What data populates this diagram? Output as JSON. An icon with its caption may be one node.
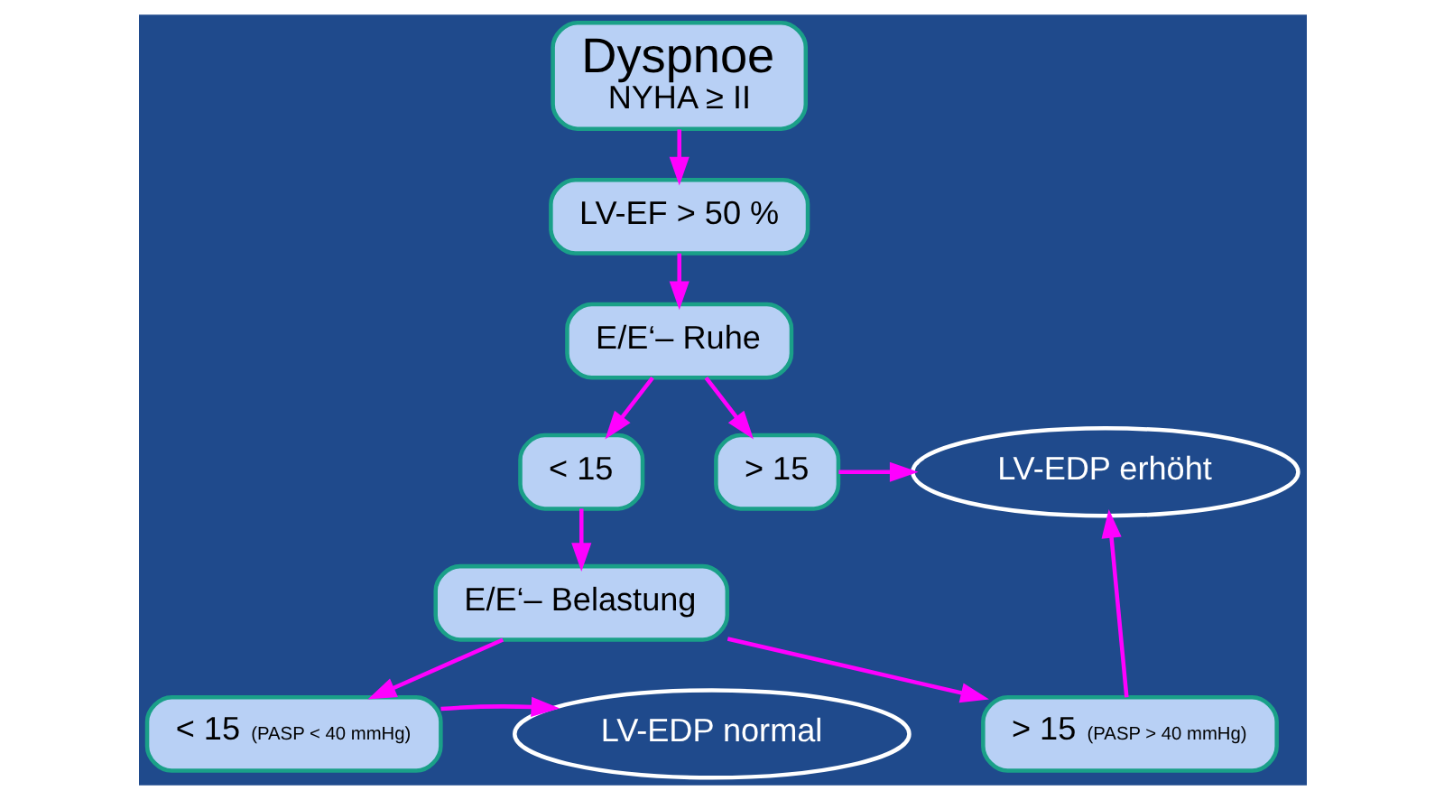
{
  "diagram": {
    "nodes": [
      {
        "text": [
          "Dyspnoe",
          "NYHA ≥ II"
        ]
      },
      {
        "text": [
          "LV-EF > 50 %"
        ]
      },
      {
        "text": [
          "E/E‘– Ruhe"
        ]
      },
      {
        "text": [
          "< 15"
        ]
      },
      {
        "text": [
          "> 15"
        ]
      },
      {
        "text": [
          "LV-EDP erhöht"
        ]
      },
      {
        "text": [
          "E/E‘– Belastung"
        ]
      },
      {
        "text": [
          "LV-EDP normal"
        ]
      },
      {
        "text": [
          "< 15",
          "(PASP < 40 mmHg)"
        ]
      },
      {
        "text": [
          "> 15",
          "(PASP > 40 mmHg)"
        ]
      }
    ],
    "edges": [
      {
        "from": 0,
        "to": 1,
        "arrow": "to"
      },
      {
        "from": 1,
        "to": 2,
        "arrow": "to"
      },
      {
        "from": 2,
        "to": 3,
        "arrow": "to"
      },
      {
        "from": 2,
        "to": 4,
        "arrow": "to"
      },
      {
        "from": 4,
        "to": 5,
        "arrow": "to"
      },
      {
        "from": 3,
        "to": 6,
        "arrow": "to"
      },
      {
        "from": 6,
        "to": 8,
        "arrow": "to"
      },
      {
        "from": 6,
        "to": 9,
        "arrow": "to"
      },
      {
        "from": 8,
        "to": 7,
        "arrow": "to"
      },
      {
        "from": 9,
        "to": 5,
        "arrow": "to"
      }
    ]
  }
}
